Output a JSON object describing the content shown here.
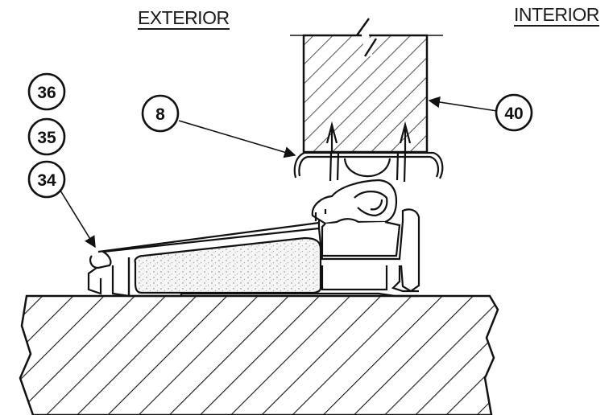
{
  "headings": {
    "exterior": "EXTERIOR",
    "interior": "INTERIOR"
  },
  "callouts": {
    "c36": "36",
    "c35": "35",
    "c34": "34",
    "c8": "8",
    "c40": "40"
  },
  "colors": {
    "ink": "#111111",
    "paper": "#ffffff",
    "foam": "#f4f4f4"
  }
}
